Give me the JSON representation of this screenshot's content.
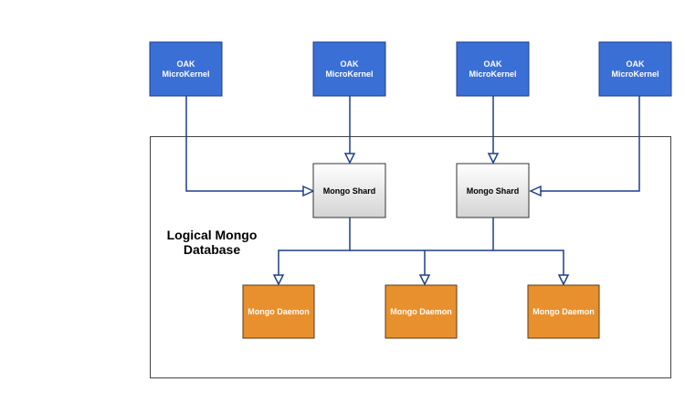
{
  "kernels": [
    {
      "line1": "OAK",
      "line2": "MicroKernel"
    },
    {
      "line1": "OAK",
      "line2": "MicroKernel"
    },
    {
      "line1": "OAK",
      "line2": "MicroKernel"
    },
    {
      "line1": "OAK",
      "line2": "MicroKernel"
    }
  ],
  "shards": [
    {
      "label": "Mongo Shard"
    },
    {
      "label": "Mongo Shard"
    }
  ],
  "daemons": [
    {
      "label": "Mongo Daemon"
    },
    {
      "label": "Mongo Daemon"
    },
    {
      "label": "Mongo Daemon"
    }
  ],
  "database": {
    "line1": "Logical Mongo",
    "line2": "Database"
  },
  "colors": {
    "kernel_fill": "#3a6fd6",
    "kernel_stroke": "#1f3f8a",
    "shard_fill_top": "#ffffff",
    "shard_fill_bottom": "#d6d6d6",
    "daemon_fill": "#e8902e",
    "daemon_stroke": "#7a4a12",
    "connector": "#1f3f8a"
  }
}
